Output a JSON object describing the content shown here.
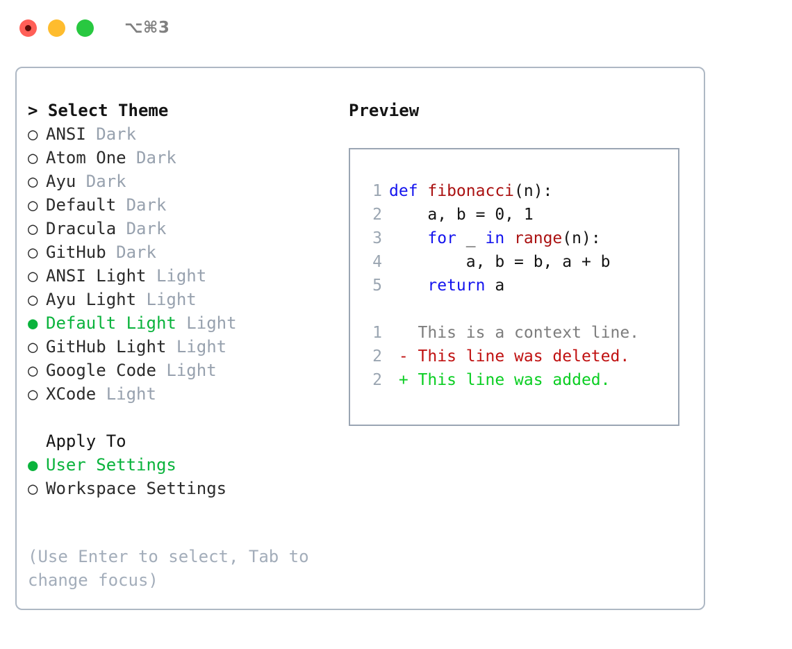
{
  "titlebar": {
    "shortcut": "⌥⌘3",
    "buttons": [
      {
        "name": "close",
        "color": "#ff5f57"
      },
      {
        "name": "minimize",
        "color": "#febc2e"
      },
      {
        "name": "maximize",
        "color": "#28c840"
      }
    ]
  },
  "theme_picker": {
    "header": "> Select Theme",
    "items": [
      {
        "marker": "○",
        "label": "ANSI",
        "suffix": "Dark",
        "selected": false
      },
      {
        "marker": "○",
        "label": "Atom One",
        "suffix": "Dark",
        "selected": false
      },
      {
        "marker": "○",
        "label": "Ayu",
        "suffix": "Dark",
        "selected": false
      },
      {
        "marker": "○",
        "label": "Default",
        "suffix": "Dark",
        "selected": false
      },
      {
        "marker": "○",
        "label": "Dracula",
        "suffix": "Dark",
        "selected": false
      },
      {
        "marker": "○",
        "label": "GitHub",
        "suffix": "Dark",
        "selected": false
      },
      {
        "marker": "○",
        "label": "ANSI Light",
        "suffix": "Light",
        "selected": false
      },
      {
        "marker": "○",
        "label": "Ayu Light",
        "suffix": "Light",
        "selected": false
      },
      {
        "marker": "●",
        "label": "Default Light",
        "suffix": "Light",
        "selected": true
      },
      {
        "marker": "○",
        "label": "GitHub Light",
        "suffix": "Light",
        "selected": false
      },
      {
        "marker": "○",
        "label": "Google Code",
        "suffix": "Light",
        "selected": false
      },
      {
        "marker": "○",
        "label": "XCode",
        "suffix": "Light",
        "selected": false
      }
    ]
  },
  "apply_to": {
    "header": "Apply To",
    "items": [
      {
        "marker": "●",
        "label": "User Settings",
        "selected": true
      },
      {
        "marker": "○",
        "label": "Workspace Settings",
        "selected": false
      }
    ]
  },
  "hint": "(Use Enter to select, Tab to change focus)",
  "preview": {
    "title": "Preview",
    "code_lines": [
      {
        "num": "1",
        "segments": [
          {
            "t": "def ",
            "c": "kw"
          },
          {
            "t": "fibonacci",
            "c": "fn"
          },
          {
            "t": "(n):",
            "c": "pl"
          }
        ]
      },
      {
        "num": "2",
        "segments": [
          {
            "t": "    a, b = 0, 1",
            "c": "pl"
          }
        ]
      },
      {
        "num": "3",
        "segments": [
          {
            "t": "    ",
            "c": "pl"
          },
          {
            "t": "for",
            "c": "kw"
          },
          {
            "t": " _ ",
            "c": "pl"
          },
          {
            "t": "in ",
            "c": "kw"
          },
          {
            "t": "range",
            "c": "fn"
          },
          {
            "t": "(n):",
            "c": "pl"
          }
        ]
      },
      {
        "num": "4",
        "segments": [
          {
            "t": "        a, b = b, a + b",
            "c": "pl"
          }
        ]
      },
      {
        "num": "5",
        "segments": [
          {
            "t": "    ",
            "c": "pl"
          },
          {
            "t": "return",
            "c": "kw"
          },
          {
            "t": " a",
            "c": "pl"
          }
        ]
      }
    ],
    "diff_lines": [
      {
        "num": "1",
        "sign": " ",
        "text": "This is a context line.",
        "kind": "ctx"
      },
      {
        "num": "2",
        "sign": "-",
        "text": "This line was deleted.",
        "kind": "del"
      },
      {
        "num": "2",
        "sign": "+",
        "text": "This line was added.",
        "kind": "add"
      }
    ]
  },
  "colors": {
    "accent_green": "#0ab33c",
    "muted": "#97a1ae",
    "border": "#aeb8c4",
    "keyword_blue": "#1414ee",
    "function_red": "#aa1111",
    "diff_add": "#0ace22",
    "diff_del": "#c01111"
  }
}
